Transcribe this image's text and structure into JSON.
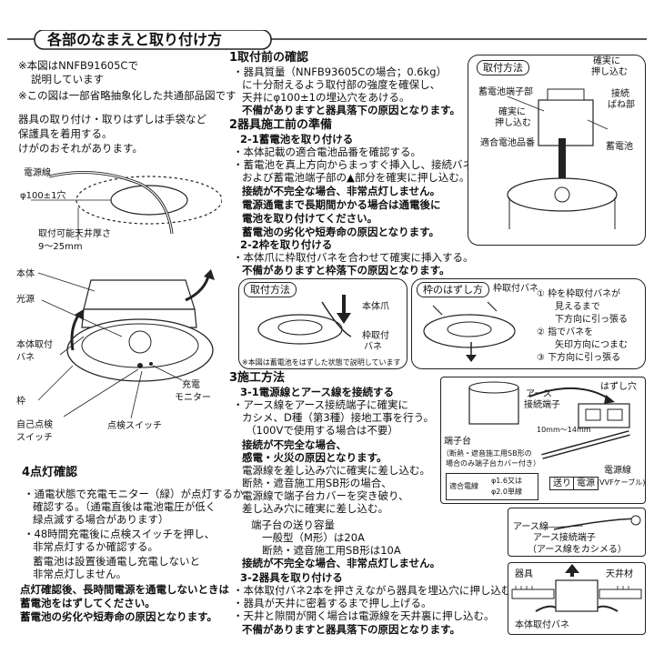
{
  "title": "各部のなまえと取り付け方",
  "left": {
    "note1": "※本図はNNFB91605Cで",
    "note1b": "説明しています",
    "note2": "※この図は一部省略抽象化した共通部品図です",
    "warn1": "器具の取り付け・取りはずしは手袋など",
    "warn2": "保護具を着用する。",
    "warn3": "けがのおそれがあります。",
    "label_wire": "電源線",
    "label_hole": "φ100±1穴",
    "label_thick1": "取付可能天井厚さ",
    "label_thick2": "9～25mm",
    "label_body": "本体",
    "label_light": "光源",
    "label_spring1": "本体取付",
    "label_spring2": "バネ",
    "label_frame": "枠",
    "label_switch1": "自己点検",
    "label_switch2": "スイッチ",
    "label_test": "点検スイッチ",
    "label_monitor1": "充電",
    "label_monitor2": "モニター"
  },
  "section4": {
    "heading": "4点灯確認",
    "l1": "・通電状態で充電モニター（緑）が点灯するか",
    "l2": "確認する。（通電直後は電池電圧が低く",
    "l3": "緑点滅する場合があります）",
    "l4": "・48時間充電後に点検スイッチを押し、",
    "l5": "非常点灯するか確認する。",
    "l6": "蓄電池は設置後通電し充電しないと",
    "l7": "非常点灯しません。",
    "l8": "点灯確認後、長時間電源を通電しないときは",
    "l9": "蓄電池をはずしてください。",
    "l10": "蓄電池の劣化や短寿命の原因となります。"
  },
  "section1": {
    "heading": "1取付前の確認",
    "l1": "・器具質量（NNFB93605Cの場合；0.6kg）",
    "l2": "に十分耐えるよう取付部の強度を確保し、",
    "l3": "天井にφ100±1の埋込穴をあける。",
    "l4": "不備がありますと器具落下の原因となります。"
  },
  "section2": {
    "heading": "2器具施工前の準備",
    "sub1": "2-1蓄電池を取り付ける",
    "l1": "・本体記載の適合電池品番を確認する。",
    "l2": "・蓄電池を真上方向からまっすぐ挿入し、接続バネ部",
    "l3": "および蓄電池端子部の▲部分を確実に押し込む。",
    "l4": "接続が不完全な場合、非常点灯しません。",
    "l5": "電源通電まで長期間かかる場合は通電後に",
    "l6": "電池を取り付けてください。",
    "l7": "蓄電池の劣化や短寿命の原因となります。",
    "sub2": "2-2枠を取り付ける",
    "l8": "・本体爪に枠取付バネを合わせて確実に挿入する。",
    "l9": "不備がありますと枠落下の原因となります。"
  },
  "install_box": {
    "label": "取付方法",
    "terminal": "蓄電池端子部",
    "push1": "確実に",
    "push2": "押し込む",
    "push3": "確実に",
    "push4": "押し込む",
    "spring1": "接続",
    "spring2": "ばね部",
    "model": "適合電池品番",
    "battery": "蓄電池"
  },
  "frame_box": {
    "label": "取付方法",
    "claw": "本体爪",
    "spring1": "枠取付",
    "spring2": "バネ",
    "note": "※本図は蓄電池をはずした状態で説明しています"
  },
  "remove_box": {
    "label": "枠のはずし方",
    "spring": "枠取付バネ",
    "s1": "① 枠を枠取付バネが",
    "s1b": "見えるまで",
    "s1c": "下方向に引っ張る",
    "s2": "② 指でバネを",
    "s2b": "矢印方向につまむ",
    "s3": "③ 下方向に引っ張る"
  },
  "section3": {
    "heading": "3施工方法",
    "sub1": "3-1電源線とアース線を接続する",
    "l1": "・アース線をアース接続端子に確実に",
    "l2": "カシメ、D種（第3種）接地工事を行う。",
    "l3": "（100Vで使用する場合は不要）",
    "l4": "接続が不完全な場合、",
    "l5": "感電・火災の原因となります。",
    "l6": "電源線を差し込み穴に確実に差し込む。",
    "l7": "断熱・遮音施工用SB形の場合、",
    "l8": "電源線で端子台カバーを突き破り、",
    "l9": "差し込み穴に確実に差し込む。",
    "cap_title": "端子台の送り容量",
    "cap1": "一般型（M形）は20A",
    "cap2": "断熱・遮音施工用SB形は10A",
    "cap_warn": "接続が不完全な場合、非常点灯しません。",
    "sub2": "3-2器具を取り付ける",
    "l10": "・本体取付バネ2本を押さえながら器具を埋込穴に押し込む。",
    "l11": "・器具が天井に密着するまで押し上げる。",
    "l12": "・天井と隙間が開く場合は電源線を天井裏に押し込む。",
    "l13": "不備がありますと器具落下の原因となります。"
  },
  "wiring_box": {
    "earth_terminal1": "アース",
    "earth_terminal2": "接続端子",
    "hole": "はずし穴",
    "length": "10mm～14mm",
    "tb_title": "端子台",
    "tb_note1": "（断熱・遮音施工用SB形の",
    "tb_note2": "場合のみ端子台カバー付き）",
    "wire_type": "適合電線",
    "wire_spec1": "φ1.6又は",
    "wire_spec2": "φ2.0単線",
    "tag_feed": "送り",
    "tag_power": "電源",
    "power_wire": "電源線",
    "cable": "(VVFケーブル)"
  },
  "earth_box": {
    "earth_wire": "アース線",
    "earth_terminal": "アース接続端子",
    "note": "（アース線をカシメる）"
  },
  "ceiling_box": {
    "fixture": "器具",
    "ceiling": "天井材",
    "spring": "本体取付バネ"
  }
}
